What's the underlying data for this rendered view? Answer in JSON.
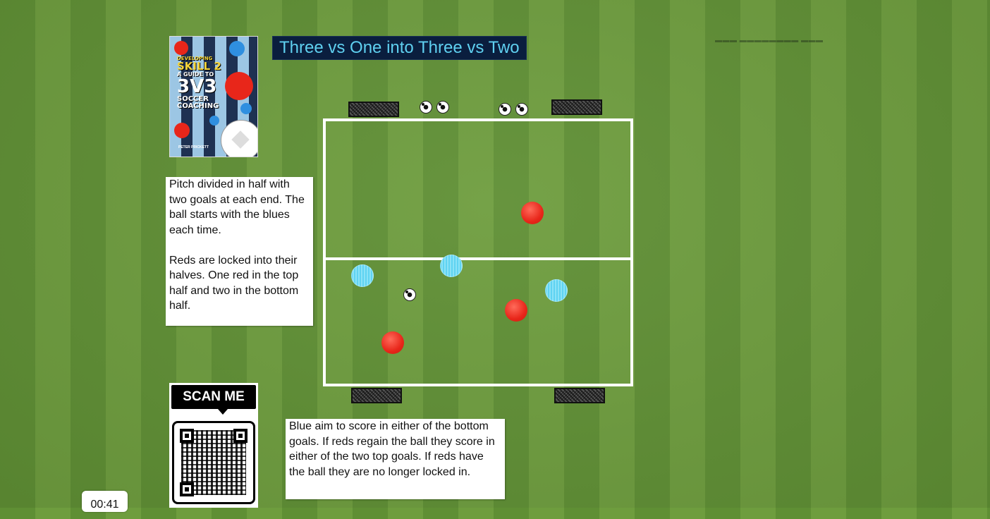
{
  "title": "Three vs One into Three vs Two",
  "book": {
    "line1": "DEVELOPING",
    "line2": "SKILL 2",
    "line3": "A GUIDE TO",
    "line4": "3V3",
    "line5": "SOCCER",
    "line6": "COACHING",
    "author": "PETER PRICKETT"
  },
  "notes": {
    "left": "Pitch divided in half with two goals at each end. The ball starts with the blues each time.\n\nReds are locked into their halves. One red in the top half and two in the bottom half.",
    "bottom": "Blue aim to score in either of the bottom goals. If reds regain the ball they score in either of the two top goals. If reds have the ball they are no longer locked in."
  },
  "qr": {
    "label": "SCAN ME"
  },
  "timer": "00:41",
  "colors": {
    "pitch_dark": "#5f8f34",
    "pitch_light": "#6e9d3e",
    "red_player": "#e8261a",
    "blue_player": "#5fd3f2",
    "banner_bg": "#0a1e3e",
    "banner_text": "#5fd0f0"
  }
}
